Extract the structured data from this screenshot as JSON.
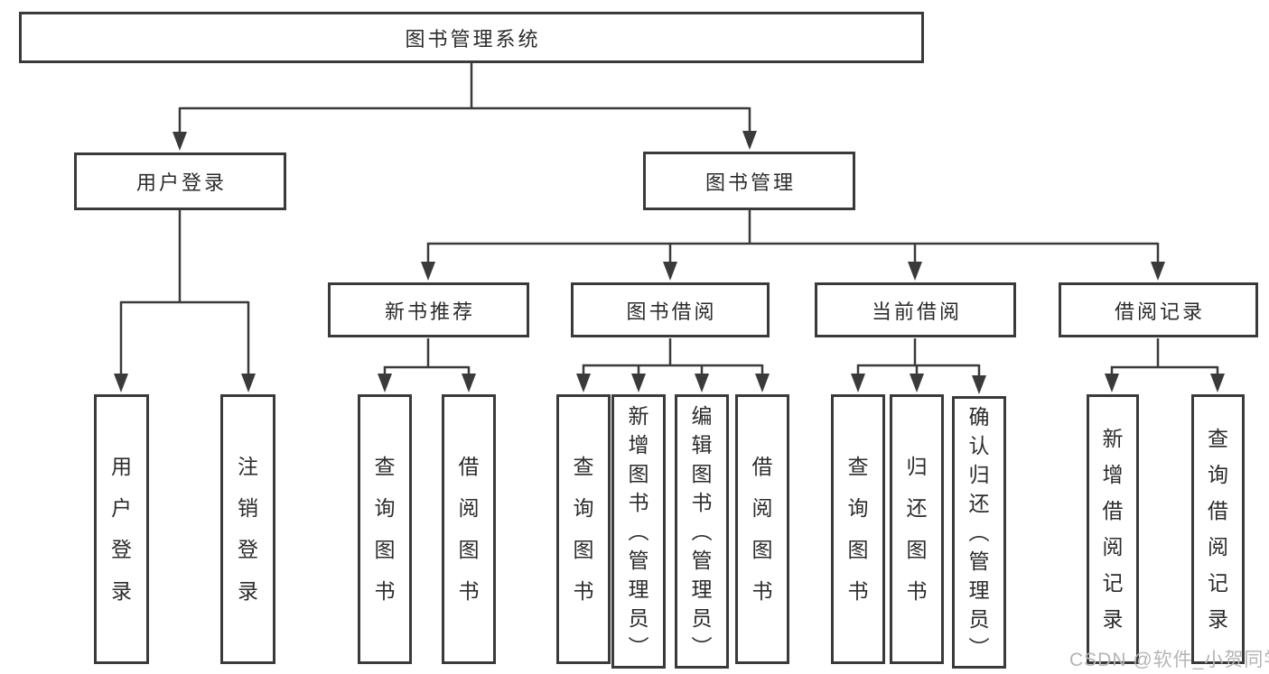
{
  "diagram": {
    "watermark": "CSDN @软件_小贺同学",
    "colors": {
      "line": "#3a3a3a",
      "box_border": "#3a3a3a",
      "text": "#2b2b2b",
      "watermark": "#b5b5b5",
      "background": "#ffffff"
    },
    "tree": {
      "label": "图书管理系统",
      "children": [
        {
          "label": "用户登录",
          "children": [
            {
              "label": "用户登录"
            },
            {
              "label": "注销登录"
            }
          ]
        },
        {
          "label": "图书管理",
          "children": [
            {
              "label": "新书推荐",
              "children": [
                {
                  "label": "查询图书"
                },
                {
                  "label": "借阅图书"
                }
              ]
            },
            {
              "label": "图书借阅",
              "children": [
                {
                  "label": "查询图书"
                },
                {
                  "label": "新增图书（管理员）"
                },
                {
                  "label": "编辑图书（管理员）"
                },
                {
                  "label": "借阅图书"
                }
              ]
            },
            {
              "label": "当前借阅",
              "children": [
                {
                  "label": "查询图书"
                },
                {
                  "label": "归还图书"
                },
                {
                  "label": "确认归还（管理员）"
                }
              ]
            },
            {
              "label": "借阅记录",
              "children": [
                {
                  "label": "新增借阅记录"
                },
                {
                  "label": "查询借阅记录"
                }
              ]
            }
          ]
        }
      ]
    }
  }
}
